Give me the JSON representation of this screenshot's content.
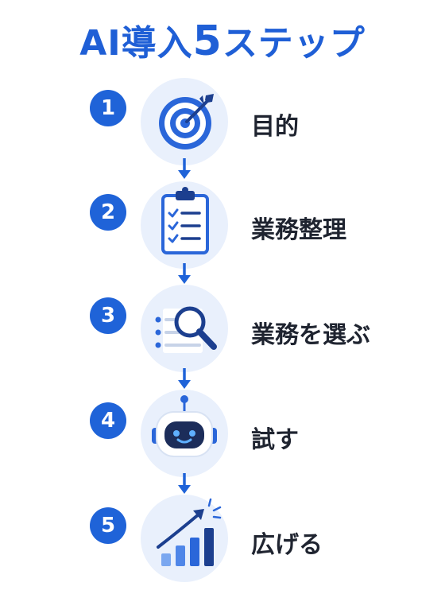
{
  "title": {
    "prefix": "AI導入",
    "number": "5",
    "suffix": "ステップ"
  },
  "steps": [
    {
      "number": "1",
      "label": "目的",
      "icon": "target-icon"
    },
    {
      "number": "2",
      "label": "業務整理",
      "icon": "clipboard-checklist-icon"
    },
    {
      "number": "3",
      "label": "業務を選ぶ",
      "icon": "magnifier-list-icon"
    },
    {
      "number": "4",
      "label": "試す",
      "icon": "robot-icon"
    },
    {
      "number": "5",
      "label": "広げる",
      "icon": "growth-chart-icon"
    }
  ],
  "colors": {
    "primary": "#1f63d8",
    "circle_bg": "#e9f0fc",
    "text": "#1f2430",
    "navy": "#1c3f8f"
  }
}
